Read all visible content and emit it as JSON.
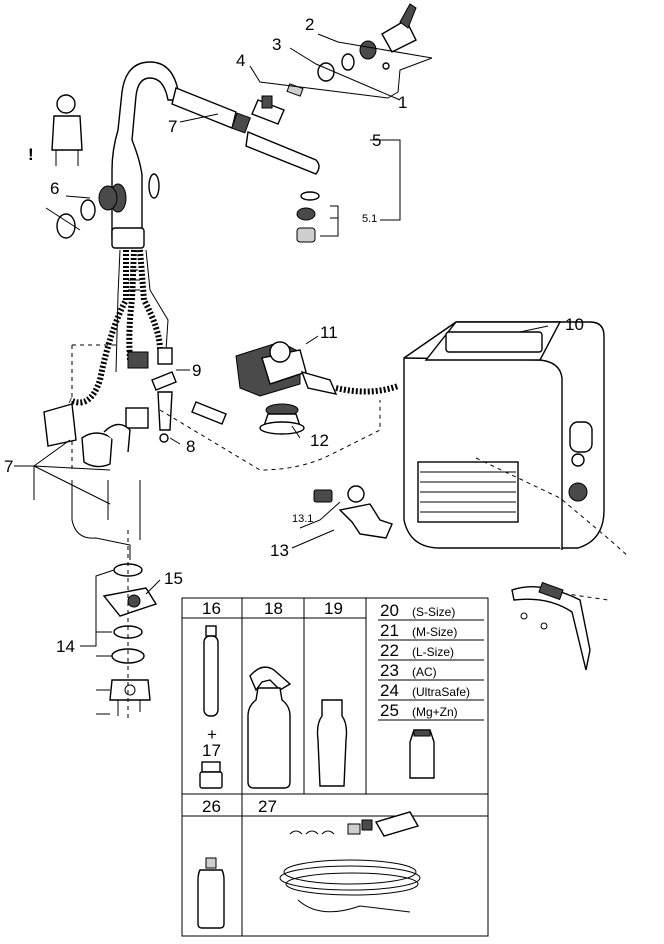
{
  "callouts": {
    "c1": "1",
    "c2": "2",
    "c3": "3",
    "c4": "4",
    "c5": "5",
    "c5_1": "5.1",
    "c6": "6",
    "c7a": "7",
    "c7b": "7",
    "c8": "8",
    "c9": "9",
    "c10": "10",
    "c11": "11",
    "c12": "12",
    "c13": "13",
    "c13_1": "13.1",
    "c14": "14",
    "c15": "15"
  },
  "warning_mark": "!",
  "accessories": {
    "c16": "16",
    "plus": "+",
    "c17": "17",
    "c18": "18",
    "c19": "19",
    "c26": "26",
    "c27": "27",
    "filters": [
      {
        "num": "20",
        "size": "(S-Size)"
      },
      {
        "num": "21",
        "size": "(M-Size)"
      },
      {
        "num": "22",
        "size": "(L-Size)"
      },
      {
        "num": "23",
        "size": "(AC)"
      },
      {
        "num": "24",
        "size": "(UltraSafe)"
      },
      {
        "num": "25",
        "size": "(Mg+Zn)"
      }
    ]
  }
}
